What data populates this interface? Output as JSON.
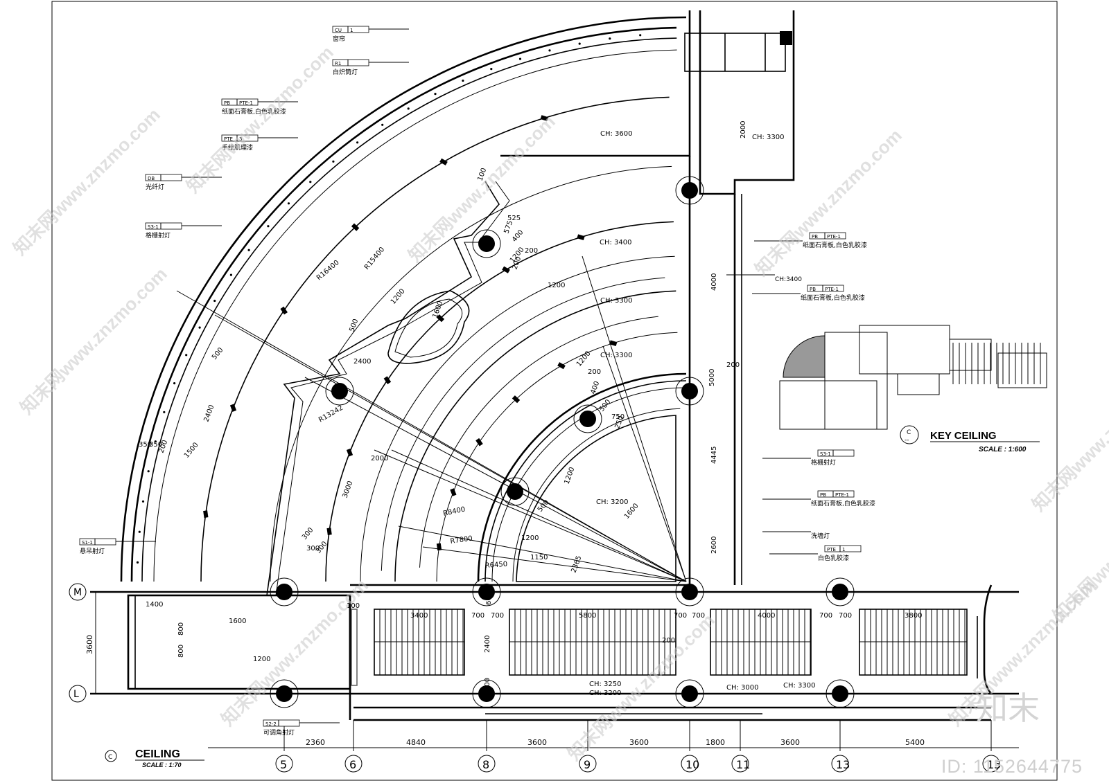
{
  "titles": {
    "main_title": "CEILING",
    "main_scale": "SCALE :   1:70",
    "main_marker": "C",
    "key_title": "KEY CEILING",
    "key_scale": "SCALE :    1:600",
    "key_marker_top": "C",
    "key_marker_bottom": "--"
  },
  "legend_callouts": [
    {
      "code": "CU",
      "num": "1",
      "desc": "窗帘"
    },
    {
      "code": "R1",
      "num": "",
      "desc": "白炽筒灯"
    },
    {
      "code": "PB",
      "num": "PTE-1",
      "desc": "纸面石膏板,白色乳胶漆"
    },
    {
      "code": "PTE",
      "num": "3",
      "desc": "手绘肌理漆"
    },
    {
      "code": "DB",
      "num": "",
      "desc": "光纤灯"
    },
    {
      "code": "S3-1",
      "num": "",
      "desc": "格栅射灯"
    },
    {
      "code": "S1-1",
      "num": "",
      "desc": "悬吊射灯"
    },
    {
      "code": "S2-2",
      "num": "",
      "desc": "可调角射灯"
    }
  ],
  "right_callouts": [
    {
      "code": "PB",
      "num": "PTE-1",
      "desc": "纸面石膏板,白色乳胶漆"
    },
    {
      "code": "",
      "num": "",
      "desc": "CH:3400"
    },
    {
      "code": "PB",
      "num": "PTE-1",
      "desc": "纸面石膏板,白色乳胶漆"
    },
    {
      "code": "S3-1",
      "num": "",
      "desc": "格栅射灯"
    },
    {
      "code": "PB",
      "num": "PTE-1",
      "desc": "纸面石膏板,白色乳胶漆"
    },
    {
      "code": "",
      "num": "",
      "desc": "洗墙灯"
    },
    {
      "code": "PTE",
      "num": "1",
      "desc": "白色乳胶漆"
    }
  ],
  "ceiling_heights": [
    "CH: 3600",
    "CH: 3300",
    "CH: 3400",
    "CH: 3300",
    "CH: 3300",
    "CH: 3200",
    "CH: 3250",
    "CH: 3200",
    "CH: 3000",
    "CH: 3300"
  ],
  "radii": [
    "R16400",
    "R15400",
    "R13242",
    "R8400",
    "R7800",
    "R6450"
  ],
  "grid_rows": [
    "M",
    "L"
  ],
  "grid_cols": [
    "5",
    "6",
    "8",
    "9",
    "10",
    "11",
    "13",
    "15"
  ],
  "bottom_dims": [
    "2360",
    "4840",
    "3600",
    "3600",
    "1800",
    "3600",
    "5400"
  ],
  "row_dim": "3600",
  "corridor_dims": [
    "3400",
    "700",
    "700",
    "5800",
    "700",
    "700",
    "4000",
    "700",
    "700",
    "3800",
    "600",
    "2400",
    "600",
    "200",
    "100",
    "1400",
    "800",
    "800",
    "1600",
    "1200",
    "350"
  ],
  "vertical_dims": [
    "2000",
    "4000",
    "200",
    "5000",
    "4445",
    "2600"
  ],
  "fan_dims": [
    "2400",
    "500",
    "350",
    "200",
    "1500",
    "2400",
    "500",
    "300",
    "2000",
    "3000",
    "300",
    "300",
    "1600",
    "1200",
    "1200",
    "200",
    "1200",
    "525",
    "575",
    "400",
    "200",
    "100",
    "1200",
    "200",
    "400",
    "500",
    "750",
    "250",
    "500",
    "1150",
    "2365",
    "1600",
    "1200",
    "1200"
  ],
  "watermark": {
    "text": "知末网www.znzmo.com",
    "logo": "知末",
    "id": "ID: 1152644775"
  }
}
